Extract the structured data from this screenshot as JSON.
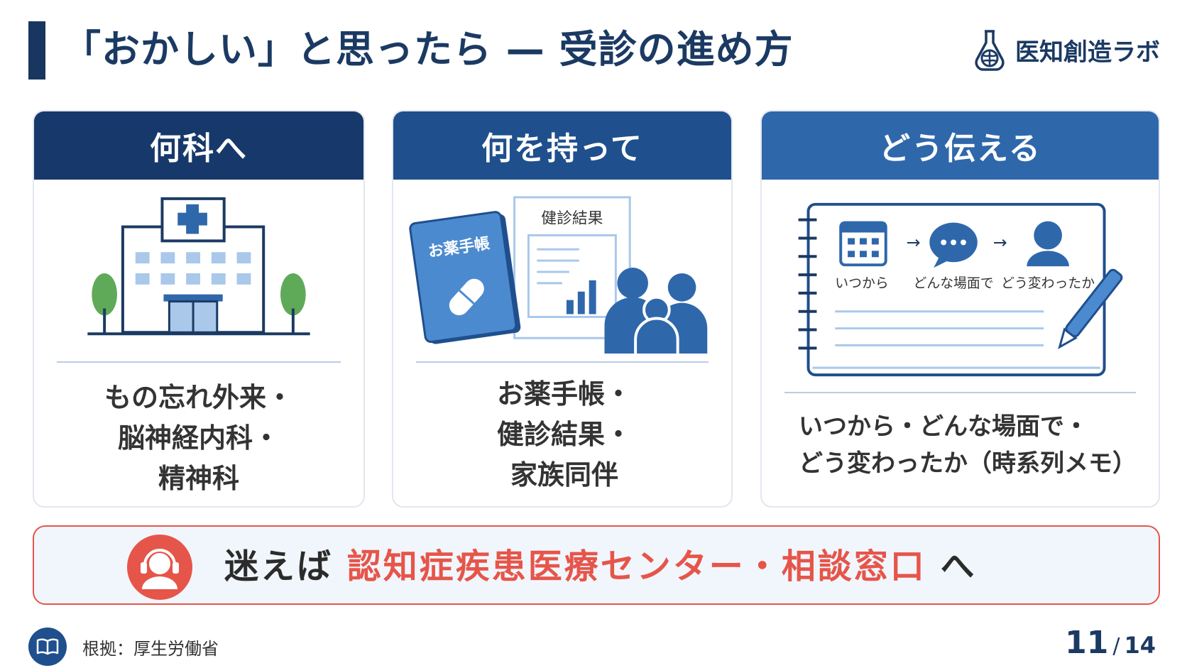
{
  "header": {
    "title": "「おかしい」と思ったら — 受診の進め方",
    "brand_name": "医知創造ラボ",
    "brand_icon": "flask-brain-icon"
  },
  "cards": [
    {
      "heading": "何科へ",
      "illustration": "hospital-icon",
      "lines": [
        "もの忘れ外来・",
        "脳神経内科・",
        "精神科"
      ]
    },
    {
      "heading": "何を持って",
      "illustration": "documents-and-family-icon",
      "art_labels": {
        "notebook": "お薬手帳",
        "report": "健診結果"
      },
      "lines": [
        "お薬手帳・",
        "健診結果・",
        "家族同伴"
      ]
    },
    {
      "heading": "どう伝える",
      "illustration": "notebook-icon",
      "art_labels": {
        "when": "いつから",
        "where": "どんな場面で",
        "how": "どう変わったか"
      },
      "lines": [
        "いつから・どんな場面で・",
        "どう変わったか（時系列メモ）"
      ]
    }
  ],
  "callout": {
    "icon": "headset-support-icon",
    "lead": "迷えば ",
    "strong": "認知症疾患医療センター・相談窓口",
    "tail": " へ"
  },
  "footer": {
    "source_icon": "book-icon",
    "source": "根拠：厚生労働省",
    "page_current": "11",
    "page_separator": "/",
    "page_total": "14"
  },
  "colors": {
    "navy": "#17386a",
    "blue_mid": "#1f4f8d",
    "blue_light": "#2f67ab",
    "accent_red": "#e6554a",
    "callout_bg": "#f1f6fc"
  }
}
